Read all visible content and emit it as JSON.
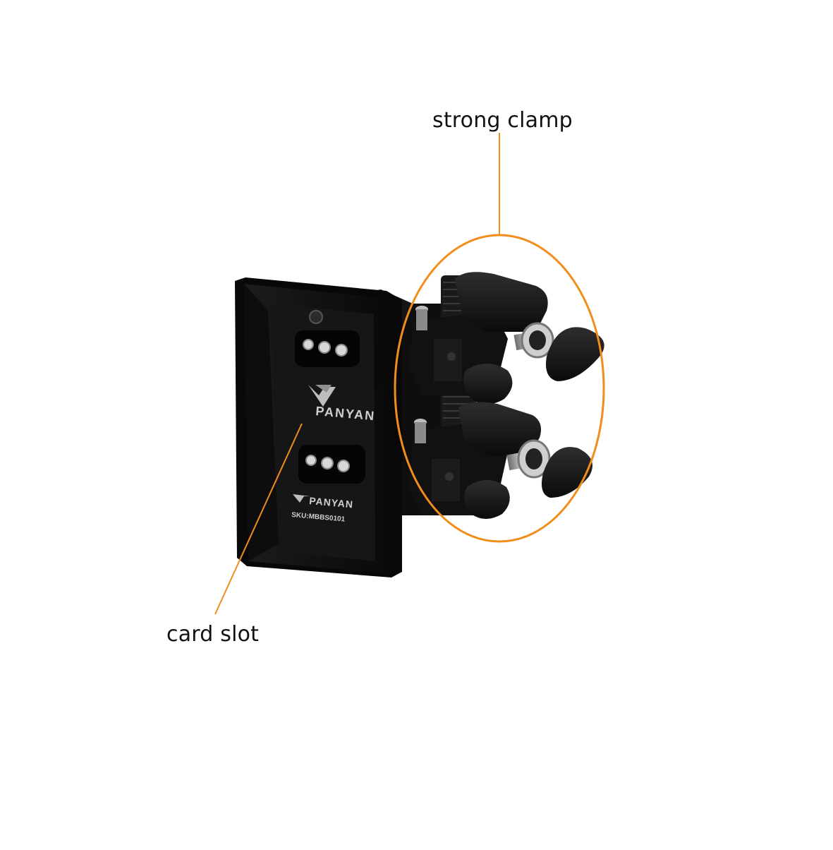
{
  "callouts": {
    "clamp_label": "strong clamp",
    "slot_label": "card slot",
    "line_color": "#F28C1B"
  },
  "product": {
    "brand_logo_text": "PANYAN",
    "brand_small_text": "PANYAN",
    "sku_text": "SKU:MBBS0101"
  }
}
